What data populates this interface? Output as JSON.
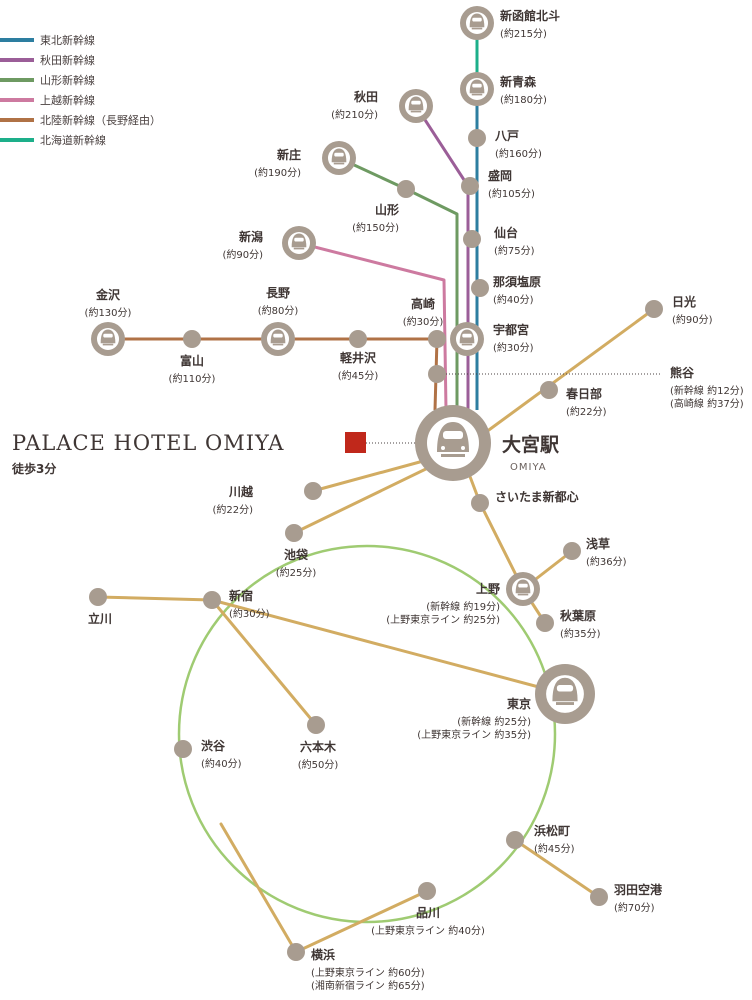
{
  "legend": [
    {
      "label": "東北新幹線",
      "color": "#2d7ea0"
    },
    {
      "label": "秋田新幹線",
      "color": "#9b5e98"
    },
    {
      "label": "山形新幹線",
      "color": "#6e9a62"
    },
    {
      "label": "上越新幹線",
      "color": "#cd7aa0"
    },
    {
      "label": "北陸新幹線（長野経由）",
      "color": "#b07246"
    },
    {
      "label": "北海道新幹線",
      "color": "#1daf8a"
    }
  ],
  "colors": {
    "station": "#a89c90",
    "gold_route": "#d2ac62",
    "loop": "#9fcb72",
    "text": "#3f3634",
    "hotel_marker": "#c0281b"
  },
  "hotel": {
    "name": "PALACE HOTEL OMIYA",
    "walk": "徒歩3分"
  },
  "hub": {
    "name": "大宮駅",
    "en": "OMIYA"
  },
  "stations": {
    "shinhakodate": {
      "name": "新函館北斗",
      "sub": [
        "(約215分)"
      ]
    },
    "shinaomori": {
      "name": "新青森",
      "sub": [
        "(約180分)"
      ]
    },
    "hachinohe": {
      "name": "八戸",
      "sub": [
        "(約160分)"
      ]
    },
    "morioka": {
      "name": "盛岡",
      "sub": [
        "(約105分)"
      ]
    },
    "sendai": {
      "name": "仙台",
      "sub": [
        "(約75分)"
      ]
    },
    "nasushiobara": {
      "name": "那須塩原",
      "sub": [
        "(約40分)"
      ]
    },
    "utsunomiya": {
      "name": "宇都宮",
      "sub": [
        "(約30分)"
      ]
    },
    "akita": {
      "name": "秋田",
      "sub": [
        "(約210分)"
      ]
    },
    "shinjo": {
      "name": "新庄",
      "sub": [
        "(約190分)"
      ]
    },
    "yamagata": {
      "name": "山形",
      "sub": [
        "(約150分)"
      ]
    },
    "niigata": {
      "name": "新潟",
      "sub": [
        "(約90分)"
      ]
    },
    "kanazawa": {
      "name": "金沢",
      "sub": [
        "(約130分)"
      ]
    },
    "toyama": {
      "name": "富山",
      "sub": [
        "(約110分)"
      ]
    },
    "nagano": {
      "name": "長野",
      "sub": [
        "(約80分)"
      ]
    },
    "karuizawa": {
      "name": "軽井沢",
      "sub": [
        "(約45分)"
      ]
    },
    "takasaki": {
      "name": "高崎",
      "sub": [
        "(約30分)"
      ]
    },
    "nikko": {
      "name": "日光",
      "sub": [
        "(約90分)"
      ]
    },
    "kumagaya": {
      "name": "熊谷",
      "sub": [
        "(新幹線 約12分)",
        "(高崎線 約37分)"
      ]
    },
    "kasukabe": {
      "name": "春日部",
      "sub": [
        "(約22分)"
      ]
    },
    "kawagoe": {
      "name": "川越",
      "sub": [
        "(約22分)"
      ]
    },
    "saitamashintoshin": {
      "name": "さいたま新都心",
      "sub": []
    },
    "ikebukuro": {
      "name": "池袋",
      "sub": [
        "(約25分)"
      ]
    },
    "asakusa": {
      "name": "浅草",
      "sub": [
        "(約36分)"
      ]
    },
    "ueno": {
      "name": "上野",
      "sub": [
        "(新幹線 約19分)",
        "(上野東京ライン 約25分)"
      ]
    },
    "akihabara": {
      "name": "秋葉原",
      "sub": [
        "(約35分)"
      ]
    },
    "tachikawa": {
      "name": "立川",
      "sub": []
    },
    "shinjuku": {
      "name": "新宿",
      "sub": [
        "(約30分)"
      ]
    },
    "tokyo": {
      "name": "東京",
      "sub": [
        "(新幹線 約25分)",
        "(上野東京ライン 約35分)"
      ]
    },
    "roppongi": {
      "name": "六本木",
      "sub": [
        "(約50分)"
      ]
    },
    "shibuya": {
      "name": "渋谷",
      "sub": [
        "(約40分)"
      ]
    },
    "hamamatsucho": {
      "name": "浜松町",
      "sub": [
        "(約45分)"
      ]
    },
    "haneda": {
      "name": "羽田空港",
      "sub": [
        "(約70分)"
      ]
    },
    "shinagawa": {
      "name": "品川",
      "sub": [
        "(上野東京ライン 約40分)"
      ]
    },
    "yokohama": {
      "name": "横浜",
      "sub": [
        "(上野東京ライン 約60分)",
        "(湘南新宿ライン 約65分)"
      ]
    }
  }
}
